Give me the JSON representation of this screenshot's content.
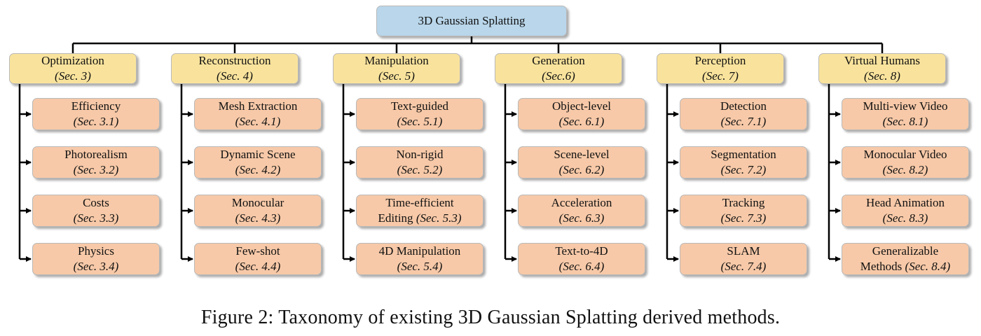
{
  "root": {
    "label": "3D Gaussian Splatting"
  },
  "categories": [
    {
      "name": "Optimization",
      "sec": "(Sec. 3)",
      "items": [
        {
          "label": "Efficiency",
          "sec": "(Sec. 3.1)"
        },
        {
          "label": "Photorealism",
          "sec": "(Sec. 3.2)"
        },
        {
          "label": "Costs",
          "sec": "(Sec. 3.3)"
        },
        {
          "label": "Physics",
          "sec": "(Sec. 3.4)"
        }
      ]
    },
    {
      "name": "Reconstruction",
      "sec": "(Sec. 4)",
      "items": [
        {
          "label": "Mesh Extraction",
          "sec": "(Sec. 4.1)"
        },
        {
          "label": "Dynamic Scene",
          "sec": "(Sec. 4.2)"
        },
        {
          "label": "Monocular",
          "sec": "(Sec. 4.3)"
        },
        {
          "label": "Few-shot",
          "sec": "(Sec. 4.4)"
        }
      ]
    },
    {
      "name": "Manipulation",
      "sec": "(Sec. 5)",
      "items": [
        {
          "label": "Text-guided",
          "sec": "(Sec. 5.1)"
        },
        {
          "label": "Non-rigid",
          "sec": "(Sec. 5.2)"
        },
        {
          "label": "Time-efficient",
          "label2": "Editing",
          "sec": "(Sec. 5.3)"
        },
        {
          "label": "4D Manipulation",
          "sec": "(Sec. 5.4)"
        }
      ]
    },
    {
      "name": "Generation",
      "sec": "(Sec.6)",
      "items": [
        {
          "label": "Object-level",
          "sec": "(Sec. 6.1)"
        },
        {
          "label": "Scene-level",
          "sec": "(Sec. 6.2)"
        },
        {
          "label": "Acceleration",
          "sec": "(Sec. 6.3)"
        },
        {
          "label": "Text-to-4D",
          "sec": "(Sec. 6.4)"
        }
      ]
    },
    {
      "name": "Perception",
      "sec": "(Sec. 7)",
      "items": [
        {
          "label": "Detection",
          "sec": "(Sec. 7.1)"
        },
        {
          "label": "Segmentation",
          "sec": "(Sec. 7.2)"
        },
        {
          "label": "Tracking",
          "sec": "(Sec. 7.3)"
        },
        {
          "label": "SLAM",
          "sec": "(Sec. 7.4)"
        }
      ]
    },
    {
      "name": "Virtual Humans",
      "sec": "(Sec. 8)",
      "items": [
        {
          "label": "Multi-view Video",
          "sec": "(Sec. 8.1)"
        },
        {
          "label": "Monocular Video",
          "sec": "(Sec. 8.2)"
        },
        {
          "label": "Head Animation",
          "sec": "(Sec. 8.3)"
        },
        {
          "label": "Generalizable",
          "label2": "Methods",
          "sec": "(Sec. 8.4)"
        }
      ]
    }
  ],
  "caption": "Figure 2: Taxonomy of existing 3D Gaussian Splatting derived methods."
}
